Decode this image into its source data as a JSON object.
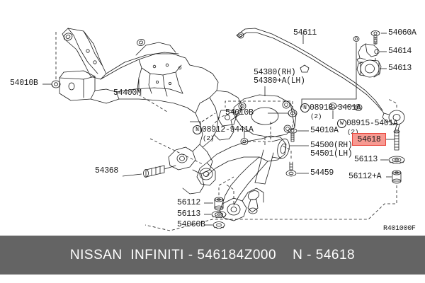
{
  "footer": {
    "brand_nissan": "NISSAN",
    "brand_infiniti": "INFINITI",
    "separator": "-",
    "part_number": "546184Z000",
    "code_prefix": "N",
    "code_number": "54618",
    "full_text": "NISSAN  INFINITI - 546184Z000    N - 54618",
    "bar_color": "#646464",
    "text_color": "#ffffff"
  },
  "diagram": {
    "drawing_number": "R401000F",
    "highlight": {
      "label": "54618",
      "fill_color": "#f79a92",
      "border_color": "#e8433a",
      "description": "highlighted stabilizer link part callout"
    },
    "callouts": [
      {
        "id": "54010B-left",
        "text": "54010B"
      },
      {
        "id": "54400M",
        "text": "54400M"
      },
      {
        "id": "54611",
        "text": "54611"
      },
      {
        "id": "54380RH",
        "text": "54380(RH)"
      },
      {
        "id": "54380ALH",
        "text": "54380+A(LH)"
      },
      {
        "id": "54010B-mid",
        "text": "54010B"
      },
      {
        "id": "08912-9441A",
        "text": "08912-9441A",
        "prefix": "N",
        "qty": "(2)"
      },
      {
        "id": "08918-3401A",
        "text": "08918-3401A",
        "prefix": "N",
        "qty": "(2)"
      },
      {
        "id": "08915-5401A",
        "text": "08915-5401A",
        "prefix": "W",
        "qty": "(2)"
      },
      {
        "id": "54060A",
        "text": "54060A"
      },
      {
        "id": "54614",
        "text": "54614"
      },
      {
        "id": "54613",
        "text": "54613"
      },
      {
        "id": "54010A",
        "text": "54010A"
      },
      {
        "id": "54500RH",
        "text": "54500(RH)"
      },
      {
        "id": "54501LH",
        "text": "54501(LH)"
      },
      {
        "id": "54459",
        "text": "54459"
      },
      {
        "id": "54368",
        "text": "54368"
      },
      {
        "id": "56112-left",
        "text": "56112"
      },
      {
        "id": "56113-left",
        "text": "56113"
      },
      {
        "id": "54060B",
        "text": "54060B"
      },
      {
        "id": "56113-right",
        "text": "56113"
      },
      {
        "id": "56112A",
        "text": "56112+A"
      }
    ]
  }
}
